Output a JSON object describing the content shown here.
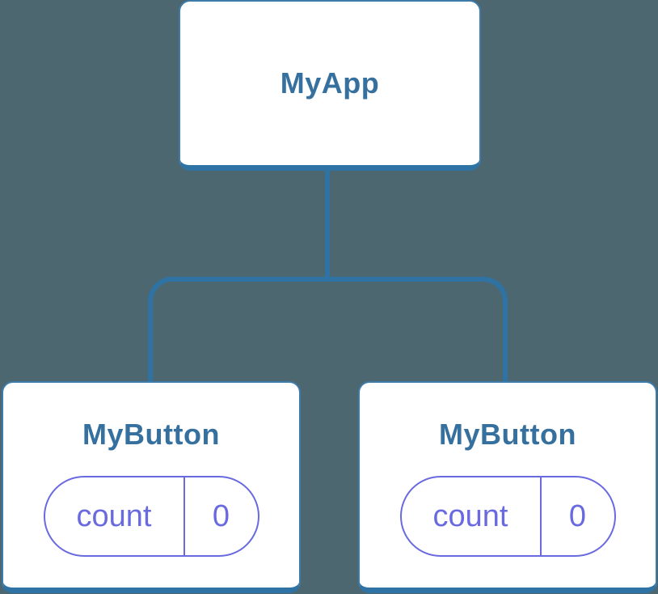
{
  "diagram": {
    "type": "react-component-tree",
    "root": {
      "label": "MyApp"
    },
    "children": [
      {
        "label": "MyButton",
        "state": {
          "key": "count",
          "value": "0"
        }
      },
      {
        "label": "MyButton",
        "state": {
          "key": "count",
          "value": "0"
        }
      }
    ]
  },
  "colors": {
    "background": "#4C6770",
    "connector_line": "#2F73A5",
    "card_background": "#FFFFFF",
    "card_border": "#3D7BAA",
    "card_bottom_edge": "#2F73A5",
    "component_label_text": "#36709E",
    "state_pill": "#6A6AE0"
  }
}
